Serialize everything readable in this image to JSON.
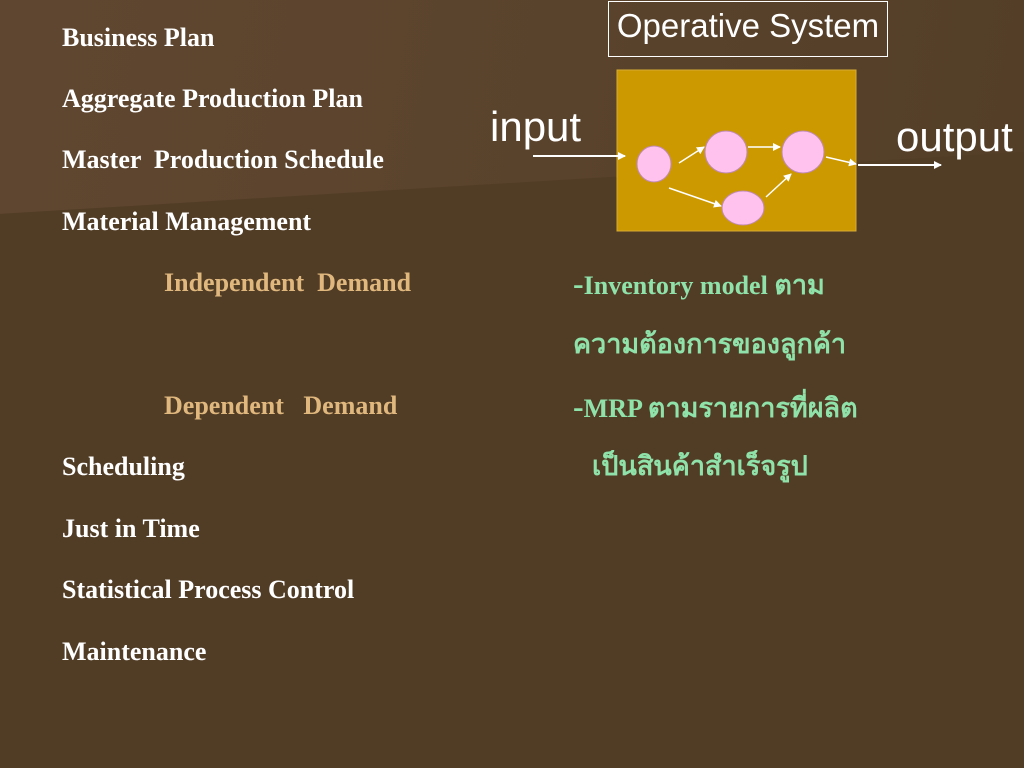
{
  "left_list": {
    "business_plan": "Business Plan",
    "aggregate_production_plan": "Aggregate Production Plan",
    "master_production_schedule": "Master  Production Schedule",
    "material_management": "Material Management",
    "independent_demand": "Independent  Demand",
    "dependent_demand": "Dependent   Demand",
    "scheduling": "Scheduling",
    "just_in_time": "Just in Time",
    "statistical_process_control": "Statistical Process Control",
    "maintenance": "Maintenance"
  },
  "notes": {
    "inventory_model_dash": "-",
    "inventory_model_text": "Inventory model ",
    "inventory_model_thai": "ตาม",
    "customer_need_thai": "ความต้องการของลูกค้า",
    "mrp_dash": "-",
    "mrp_text": "MRP ",
    "mrp_thai": "ตามรายการที่ผลิต",
    "finished_goods_thai": "เป็นสินค้าสำเร็จรูป"
  },
  "diagram": {
    "title": "Operative System",
    "input_label": "input",
    "output_label": "output"
  },
  "colors": {
    "background": "#513c26",
    "box_fill": "#cc9900",
    "node_fill": "#ffc1ee",
    "sub_item_text": "#e0b87e",
    "note_text": "#8fe2a9",
    "main_text": "#ffffff"
  }
}
